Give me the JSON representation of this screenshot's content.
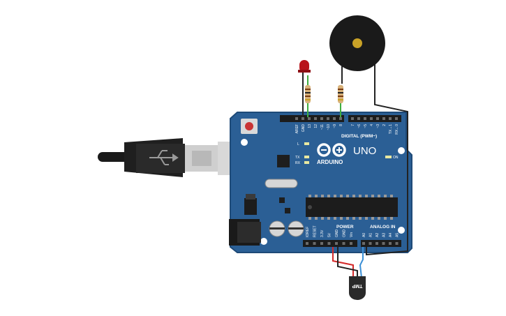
{
  "board": {
    "brand": "ARDUINO",
    "model": "UNO",
    "digital_label": "DIGITAL (PWM~)",
    "power_label": "POWER",
    "analog_label": "ANALOG IN",
    "on_label": "ON",
    "led_l_label": "L",
    "led_tx_label": "TX",
    "led_rx_label": "RX",
    "top_pins_left": [
      "AREF",
      "GND",
      "13",
      "12",
      "~11",
      "~10",
      "~9",
      "8"
    ],
    "top_pins_right": [
      "7",
      "~6",
      "~5",
      "4",
      "~3",
      "2",
      "TX→1",
      "RX←0"
    ],
    "power_pins": [
      "IOREF",
      "RESET",
      "3.3V",
      "5V",
      "GND",
      "GND",
      "Vin"
    ],
    "analog_pins": [
      "A0",
      "A1",
      "A2",
      "A3",
      "A4",
      "A5"
    ]
  },
  "sensor": {
    "label": "TMP"
  },
  "colors": {
    "board": "#2b5f95",
    "board_edge": "#1e4a78",
    "wire_red": "#d42a2a",
    "wire_blue": "#3a8fd6",
    "wire_black": "#222222",
    "wire_green": "#3fae3f",
    "led_red": "#b8141a"
  }
}
